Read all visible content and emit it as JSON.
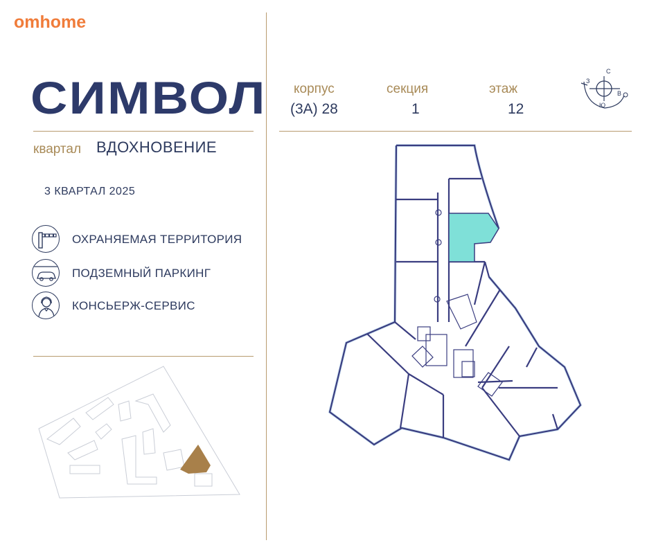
{
  "brand": {
    "logo": "omhome",
    "accent": "#f07c3a"
  },
  "project": {
    "title": "СИМВОЛ",
    "kvartal_label": "квартал",
    "kvartal_name": "ВДОХНОВЕНИЕ",
    "completion": "3 КВАРТАЛ 2025"
  },
  "features": [
    {
      "label": "ОХРАНЯЕМАЯ ТЕРРИТОРИЯ",
      "icon": "barrier-icon"
    },
    {
      "label": "ПОДЗЕМНЫЙ ПАРКИНГ",
      "icon": "car-icon"
    },
    {
      "label": "КОНСЬЕРЖ-СЕРВИС",
      "icon": "concierge-icon"
    }
  ],
  "info": {
    "korpus_label": "корпус",
    "korpus_value": "(3А) 28",
    "sekciya_label": "секция",
    "sekciya_value": "1",
    "etazh_label": "этаж",
    "etazh_value": "12"
  },
  "compass": {
    "n": "С",
    "s": "Ю",
    "w": "З",
    "e": "В"
  },
  "colors": {
    "navy": "#2d3a6a",
    "gold": "#b89a6e",
    "highlight": "#7fe0d8",
    "window": "#c9dff0",
    "site_building": "#a8804a"
  }
}
